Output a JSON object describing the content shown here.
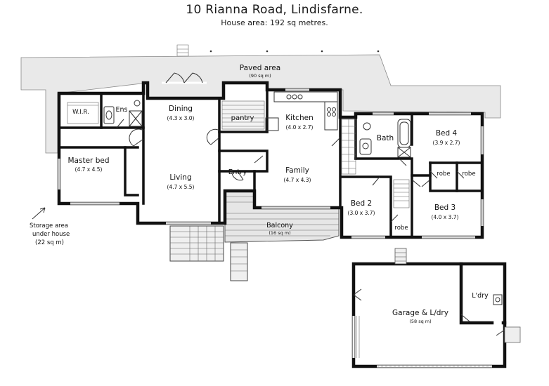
{
  "header": {
    "title": "10 Rianna Road, Lindisfarne.",
    "subtitle": "House area: 192 sq metres."
  },
  "rooms": {
    "paved": {
      "name": "Paved area",
      "dim": "(90 sq m)"
    },
    "wir": {
      "name": "W.I.R."
    },
    "ens": {
      "name": "Ens"
    },
    "master": {
      "name": "Master bed",
      "dim": "(4.7 x 4.5)"
    },
    "dining": {
      "name": "Dining",
      "dim": "(4.3 x 3.0)"
    },
    "living": {
      "name": "Living",
      "dim": "(4.7 x 5.5)"
    },
    "pantry": {
      "name": "pantry"
    },
    "kitchen": {
      "name": "Kitchen",
      "dim": "(4.0 x 2.7)"
    },
    "entry": {
      "name": "Entry"
    },
    "family": {
      "name": "Family",
      "dim": "(4.7 x 4.3)"
    },
    "bath": {
      "name": "Bath"
    },
    "bed4": {
      "name": "Bed 4",
      "dim": "(3.9 x 2.7)"
    },
    "robe1": {
      "name": "robe"
    },
    "robe2": {
      "name": "robe"
    },
    "bed2": {
      "name": "Bed 2",
      "dim": "(3.0 x 3.7)"
    },
    "robe3": {
      "name": "robe"
    },
    "bed3": {
      "name": "Bed 3",
      "dim": "(4.0 x 3.7)"
    },
    "balcony": {
      "name": "Balcony",
      "dim": "(16 sq m)"
    },
    "garage": {
      "name": "Garage & L/dry",
      "dim": "(58 sq m)"
    },
    "ldry": {
      "name": "L'dry"
    }
  },
  "storage": {
    "line1": "Storage area",
    "line2": "under house",
    "line3": "(22 sq m)"
  }
}
